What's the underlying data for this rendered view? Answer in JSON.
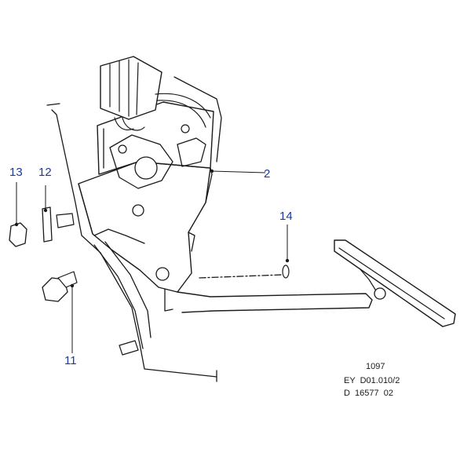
{
  "callouts": {
    "part_2": "2",
    "part_11": "11",
    "part_12": "12",
    "part_13": "13",
    "part_14": "14"
  },
  "reference": {
    "line1": "1097",
    "line2": "EY  D01.010/2",
    "line3": "D  16577  02"
  },
  "colors": {
    "ink": "#1a1a1a",
    "callout": "#1a3a9c",
    "background": "#ffffff"
  }
}
